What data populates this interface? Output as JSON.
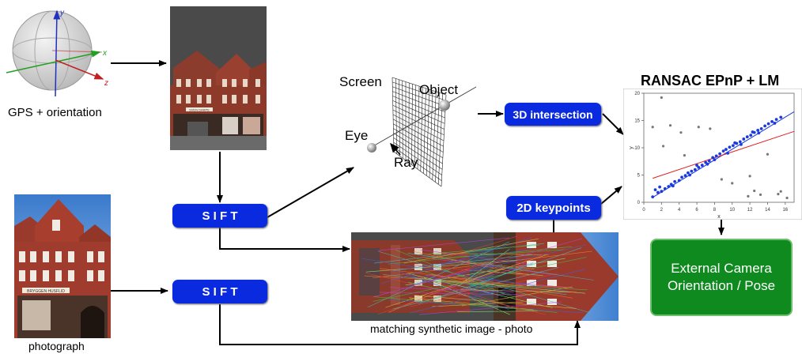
{
  "labels": {
    "gps": "GPS + orientation",
    "photograph": "photograph",
    "screen": "Screen",
    "object": "Object",
    "eye": "Eye",
    "ray": "Ray",
    "matching": "matching synthetic image - photo",
    "ransac_title": "RANSAC EPnP + LM"
  },
  "boxes": {
    "sift_top": "S I F T",
    "sift_bottom": "S I F T",
    "intersection": "3D intersection",
    "keypoints": "2D keypoints",
    "pose_line1": "External Camera",
    "pose_line2": "Orientation / Pose"
  },
  "axis_letters": {
    "y": "y",
    "x": "x",
    "z": "z"
  },
  "building_signs": {
    "synthetic": "SVEN  DARPE",
    "photo": "BRYGGEN HUSFLID"
  },
  "colors": {
    "blue_box": "#0a2ae0",
    "green_box": "#0e8a1e",
    "fit_blue": "#1a3ae0",
    "fit_red": "#e02020"
  },
  "chart_data": {
    "type": "scatter",
    "title": "RANSAC EPnP + LM",
    "xlabel": "x",
    "ylabel": "y",
    "xlim": [
      0,
      17
    ],
    "ylim": [
      0,
      20
    ],
    "xticks": [
      "0",
      "2",
      "4",
      "6",
      "8",
      "10",
      "12",
      "14",
      "16"
    ],
    "yticks": [
      "0",
      "5",
      "10",
      "15",
      "20"
    ],
    "series": [
      {
        "role": "inliers",
        "color": "#1a3ae0",
        "points": [
          [
            1.0,
            1.0
          ],
          [
            1.3,
            2.3
          ],
          [
            1.6,
            1.8
          ],
          [
            2.0,
            2.0
          ],
          [
            2.4,
            2.5
          ],
          [
            2.8,
            2.9
          ],
          [
            3.1,
            3.3
          ],
          [
            3.5,
            3.8
          ],
          [
            4.0,
            4.0
          ],
          [
            4.3,
            4.6
          ],
          [
            4.7,
            4.9
          ],
          [
            5.0,
            5.4
          ],
          [
            5.4,
            5.7
          ],
          [
            5.8,
            6.0
          ],
          [
            6.2,
            6.4
          ],
          [
            6.6,
            6.8
          ],
          [
            7.0,
            7.3
          ],
          [
            7.4,
            7.6
          ],
          [
            7.8,
            8.2
          ],
          [
            8.2,
            8.5
          ],
          [
            8.6,
            8.9
          ],
          [
            9.0,
            9.4
          ],
          [
            9.3,
            9.7
          ],
          [
            9.7,
            10.1
          ],
          [
            10.1,
            10.4
          ],
          [
            10.5,
            10.8
          ],
          [
            10.9,
            11.1
          ],
          [
            11.3,
            11.6
          ],
          [
            11.7,
            12.0
          ],
          [
            12.1,
            12.3
          ],
          [
            12.5,
            12.8
          ],
          [
            12.9,
            13.2
          ],
          [
            13.3,
            13.5
          ],
          [
            13.7,
            14.0
          ],
          [
            14.1,
            14.4
          ],
          [
            14.5,
            14.8
          ],
          [
            15.0,
            15.2
          ],
          [
            15.5,
            15.6
          ],
          [
            1.8,
            2.8
          ],
          [
            3.3,
            3.0
          ],
          [
            5.2,
            5.0
          ],
          [
            7.2,
            7.0
          ],
          [
            9.5,
            9.0
          ],
          [
            11.0,
            10.6
          ],
          [
            13.0,
            12.7
          ],
          [
            14.8,
            14.5
          ],
          [
            6.0,
            6.8
          ],
          [
            8.0,
            7.8
          ],
          [
            10.3,
            10.9
          ],
          [
            12.3,
            12.9
          ]
        ]
      },
      {
        "role": "outliers",
        "color": "#777777",
        "points": [
          [
            1.0,
            13.8
          ],
          [
            2.0,
            19.2
          ],
          [
            3.0,
            14.1
          ],
          [
            4.2,
            12.8
          ],
          [
            2.2,
            10.3
          ],
          [
            6.2,
            13.8
          ],
          [
            7.5,
            13.5
          ],
          [
            4.6,
            8.6
          ],
          [
            8.8,
            4.2
          ],
          [
            10.0,
            3.5
          ],
          [
            12.0,
            4.8
          ],
          [
            12.5,
            2.1
          ],
          [
            14.0,
            8.8
          ],
          [
            13.2,
            1.4
          ],
          [
            15.5,
            2.0
          ],
          [
            16.2,
            0.8
          ],
          [
            11.8,
            1.1
          ],
          [
            15.2,
            1.5
          ]
        ]
      },
      {
        "role": "fit-inliers",
        "type": "line",
        "color": "#1a3ae0",
        "x": [
          1,
          17
        ],
        "y": [
          0.9,
          16.6
        ]
      },
      {
        "role": "fit-all",
        "type": "line",
        "color": "#e02020",
        "x": [
          1,
          17
        ],
        "y": [
          4.4,
          13.0
        ]
      }
    ]
  }
}
